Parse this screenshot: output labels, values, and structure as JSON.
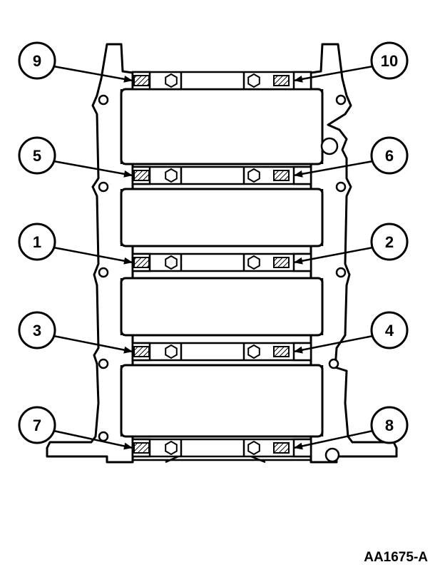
{
  "figure_id": "AA1675-A",
  "colors": {
    "line": "#000000",
    "background": "#ffffff"
  },
  "callouts": [
    {
      "label": "9",
      "side": "left",
      "row": 0
    },
    {
      "label": "10",
      "side": "right",
      "row": 0
    },
    {
      "label": "5",
      "side": "left",
      "row": 1
    },
    {
      "label": "6",
      "side": "right",
      "row": 1
    },
    {
      "label": "1",
      "side": "left",
      "row": 2
    },
    {
      "label": "2",
      "side": "right",
      "row": 2
    },
    {
      "label": "3",
      "side": "left",
      "row": 3
    },
    {
      "label": "4",
      "side": "right",
      "row": 3
    },
    {
      "label": "7",
      "side": "left",
      "row": 4
    },
    {
      "label": "8",
      "side": "right",
      "row": 4
    }
  ]
}
